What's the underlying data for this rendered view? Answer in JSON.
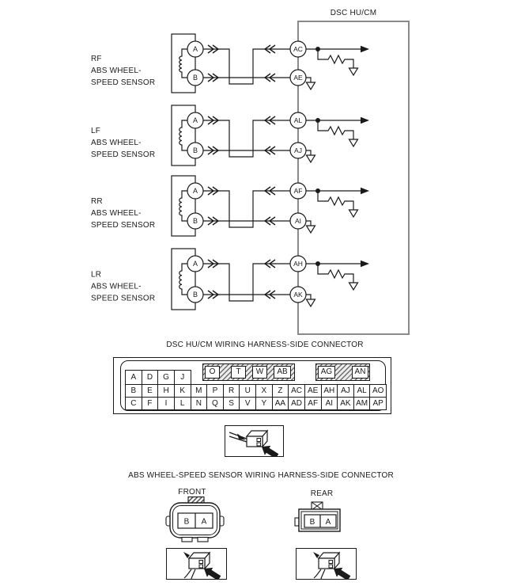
{
  "dsc_box": {
    "title": "DSC HU/CM"
  },
  "sensor_groups": [
    {
      "name": "RF",
      "label_lines": [
        "RF",
        "ABS WHEEL-",
        "SPEED SENSOR"
      ],
      "terminal_a": "A",
      "terminal_b": "B",
      "pin_top": "AC",
      "pin_bottom": "AE"
    },
    {
      "name": "LF",
      "label_lines": [
        "LF",
        "ABS WHEEL-",
        "SPEED SENSOR"
      ],
      "terminal_a": "A",
      "terminal_b": "B",
      "pin_top": "AL",
      "pin_bottom": "AJ"
    },
    {
      "name": "RR",
      "label_lines": [
        "RR",
        "ABS WHEEL-",
        "SPEED SENSOR"
      ],
      "terminal_a": "A",
      "terminal_b": "B",
      "pin_top": "AF",
      "pin_bottom": "AI"
    },
    {
      "name": "LR",
      "label_lines": [
        "LR",
        "ABS WHEEL-",
        "SPEED SENSOR"
      ],
      "terminal_a": "A",
      "terminal_b": "B",
      "pin_top": "AH",
      "pin_bottom": "AK"
    }
  ],
  "dsc_connector": {
    "title": "DSC HU/CM WIRING HARNESS-SIDE CONNECTOR",
    "top_row_left": [
      "A",
      "D",
      "G",
      "J"
    ],
    "shaded_strip_1": [
      "O",
      "T",
      "W",
      "AB"
    ],
    "shaded_strip_2": [
      "AG",
      "AN"
    ],
    "middle_row": [
      "B",
      "E",
      "H",
      "K",
      "M",
      "P",
      "R",
      "U",
      "X",
      "Z",
      "AC",
      "AE",
      "AH",
      "AJ",
      "AL",
      "AO"
    ],
    "bottom_row": [
      "C",
      "F",
      "I",
      "L",
      "N",
      "Q",
      "S",
      "V",
      "Y",
      "AA",
      "AD",
      "AF",
      "AI",
      "AK",
      "AM",
      "AP"
    ]
  },
  "abs_connector": {
    "title": "ABS WHEEL-SPEED SENSOR WIRING HARNESS-SIDE CONNECTOR",
    "front_label": "FRONT",
    "rear_label": "REAR",
    "front_pins": [
      "B",
      "A"
    ],
    "rear_pins": [
      "B",
      "A"
    ]
  },
  "colors": {
    "line": "#1a1a1a",
    "dsc_box_stroke": "#8a8a8a",
    "background": "#ffffff"
  }
}
